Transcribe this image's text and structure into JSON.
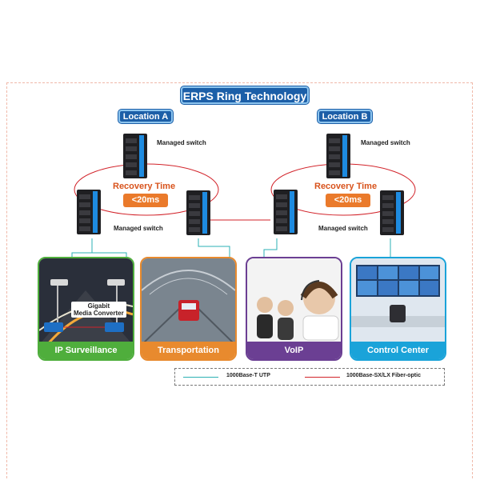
{
  "title": "ERPS Ring Technology",
  "locations": [
    "Location A",
    "Location B"
  ],
  "recovery": {
    "label": "Recovery Time",
    "value": "<20ms"
  },
  "switch_label": "Managed switch",
  "media_converter_label": [
    "Gigabit",
    "Media Converter"
  ],
  "panels": [
    "IP Surveillance",
    "Transportation",
    "VoIP",
    "Control Center"
  ],
  "legend": {
    "utp": "1000Base-T UTP",
    "fiber": "1000Base-SX/LX Fiber-optic"
  },
  "colors": {
    "title_bg": "#1c5fa8",
    "fiber": "#d2232a",
    "utp": "#2bb0b4",
    "orange": "#ea7a2b",
    "panel_green": "#4fae3c",
    "panel_orange": "#e88a2e",
    "panel_purple": "#6b3f93",
    "panel_cyan": "#1aa3d9"
  }
}
